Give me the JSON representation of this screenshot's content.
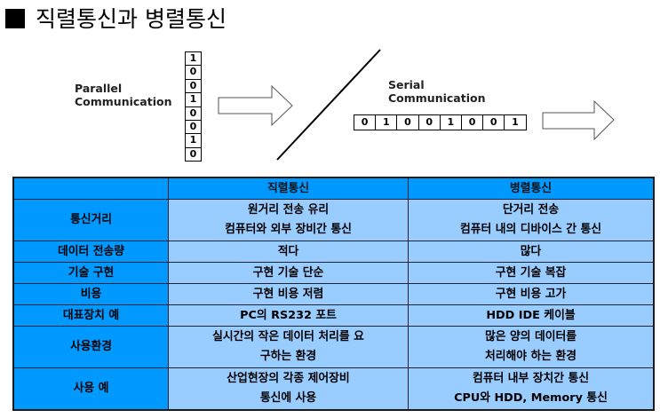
{
  "title": "직렬통신과 병렬통신",
  "diagram": {
    "parallel_label": [
      "Parallel",
      "Communication"
    ],
    "parallel_bits": [
      "1",
      "0",
      "0",
      "1",
      "0",
      "0",
      "1",
      "0"
    ],
    "serial_label": [
      "Serial",
      "Communication"
    ],
    "serial_bits": [
      "0",
      "1",
      "0",
      "0",
      "1",
      "0",
      "0",
      "1"
    ]
  },
  "table": {
    "headers": [
      "",
      "직렬통신",
      "병렬통신"
    ],
    "rows": [
      {
        "label": "통신거리",
        "serial": [
          "원거리 전송 유리",
          "컴퓨터와 외부 장비간 통신"
        ],
        "parallel": [
          "단거리 전송",
          "컴퓨터 내의 디바이스 간 통신"
        ]
      },
      {
        "label": "데이터 전송량",
        "serial": [
          "적다"
        ],
        "parallel": [
          "많다"
        ]
      },
      {
        "label": "기술 구현",
        "serial": [
          "구현 기술 단순"
        ],
        "parallel": [
          "구현 기술 복잡"
        ]
      },
      {
        "label": "비용",
        "serial": [
          "구현 비용 저렴"
        ],
        "parallel": [
          "구현 비용 고가"
        ]
      },
      {
        "label": "대표장치 예",
        "serial": [
          "PC의 RS232 포트"
        ],
        "parallel": [
          "HDD IDE 케이블"
        ]
      },
      {
        "label": "사용환경",
        "serial": [
          "실시간의 작은 데이터 처리를 요",
          "구하는 환경"
        ],
        "parallel": [
          "많은 양의 데이터를",
          "처리해야 하는 환경"
        ]
      },
      {
        "label": "사용 예",
        "serial": [
          "산업현장의 각종 제어장비",
          "통신에 사용"
        ],
        "parallel": [
          "컴퓨터 내부 장치간 통신",
          "CPU와 HDD, Memory 통신"
        ]
      }
    ]
  },
  "colors": {
    "header_bg": "#0099ff",
    "cell_bg": "#99ccff",
    "border": "#1b1b1b"
  }
}
